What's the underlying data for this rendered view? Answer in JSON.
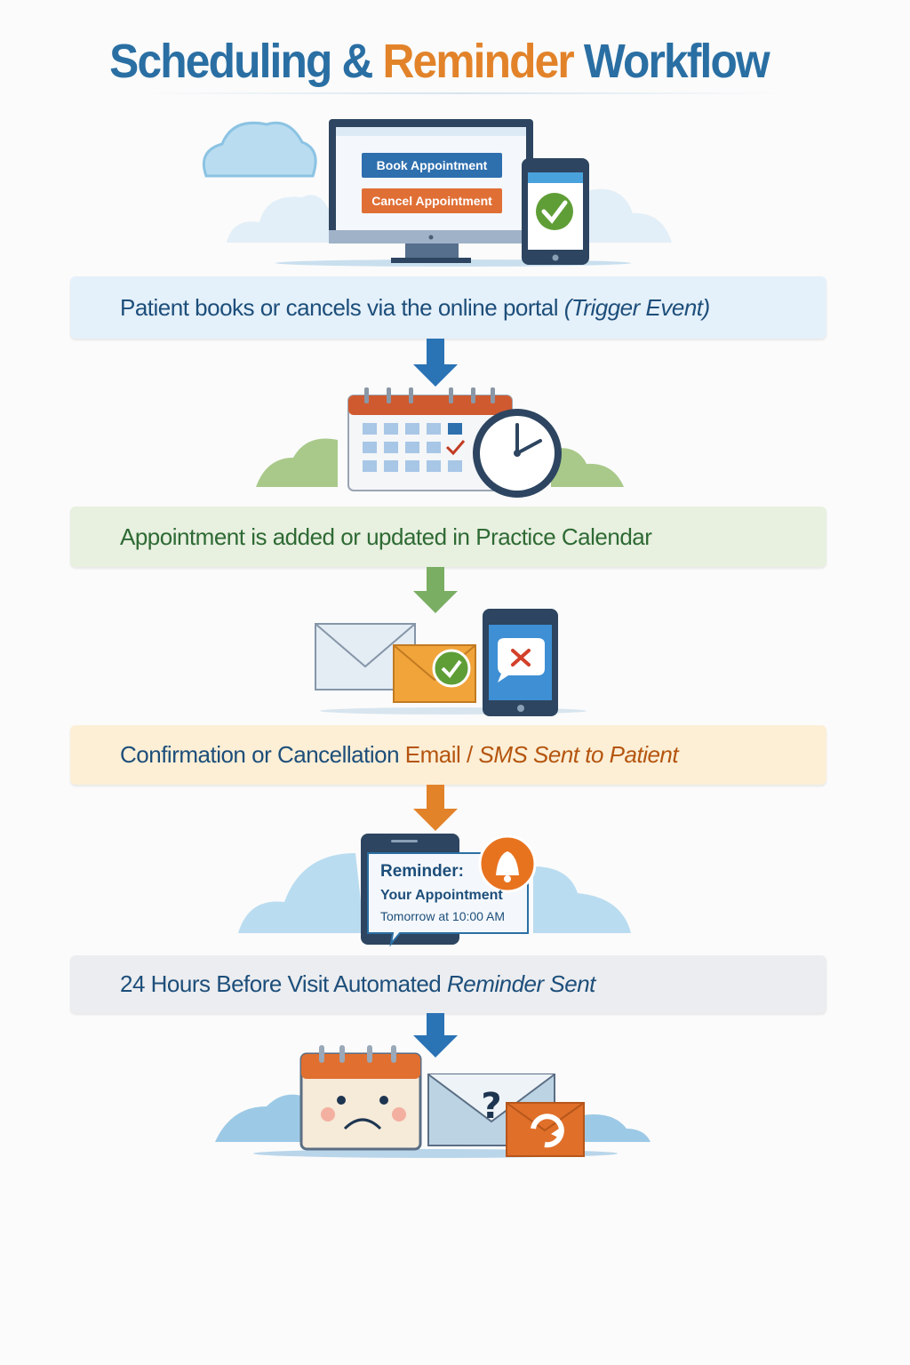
{
  "title": {
    "part1": "Scheduling &",
    "part2": "Reminder",
    "part3": "Workflow"
  },
  "portal": {
    "book_button": "Book Appointment",
    "cancel_button": "Cancel Appointment"
  },
  "steps": [
    {
      "text": "Patient books or cancels via the online portal",
      "note": "(Trigger Event)"
    },
    {
      "text": "Appointment is added or updated in Practice Calendar"
    },
    {
      "text": "Confirmation or Cancellation",
      "channel": "Email /",
      "channel_italic": "SMS Sent to Patient"
    },
    {
      "text": "24 Hours Before Visit Automated",
      "note": "Reminder Sent"
    }
  ],
  "reminder": {
    "heading": "Reminder:",
    "line1": "Your Appointment",
    "line2": "Tomorrow at 10:00 AM"
  },
  "colors": {
    "blue": "#2a6fa3",
    "orange": "#e2832a",
    "green": "#7aae63",
    "dark": "#1d4e7a"
  }
}
